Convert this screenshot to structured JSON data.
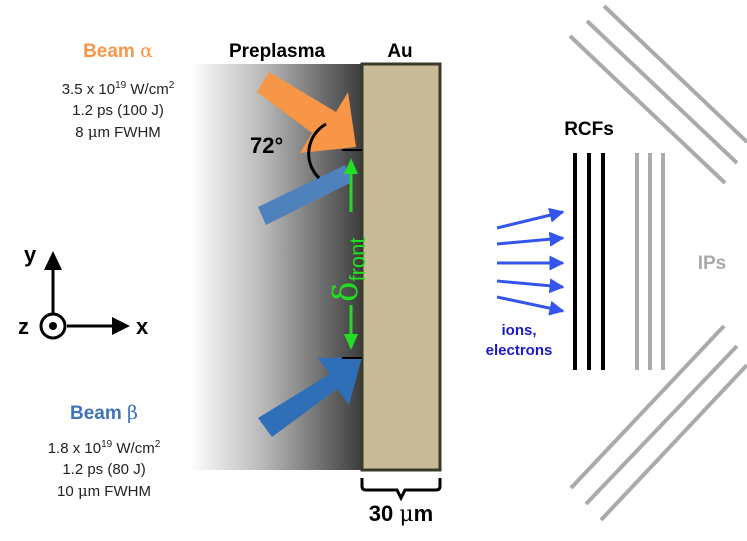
{
  "beam_alpha": {
    "name": "Beam",
    "symbol": "α",
    "intensity_base": "3.5 x 10",
    "intensity_exp": "19",
    "intensity_unit": " W/cm",
    "intensity_unit_exp": "2",
    "duration": "1.2 ps (100 J)",
    "spot_value": "8 ",
    "spot_mu": "μ",
    "spot_unit": "m FWHM",
    "color": "#f79646"
  },
  "beam_beta": {
    "name": "Beam",
    "symbol": "β",
    "intensity_base": "1.8 x 10",
    "intensity_exp": "19",
    "intensity_unit": " W/cm",
    "intensity_unit_exp": "2",
    "duration": "1.2 ps (80 J)",
    "spot_value": "10 ",
    "spot_mu": "μ",
    "spot_unit": "m FWHM",
    "color": "#3f73b8"
  },
  "labels": {
    "preplasma": "Preplasma",
    "target": "Au",
    "angle": "72°",
    "delta": "δ",
    "delta_sub": "front",
    "rcfs": "RCFs",
    "ips": "IPs",
    "particles_line1": "ions,",
    "particles_line2": "electrons",
    "thickness_value": "30 ",
    "thickness_mu": "μ",
    "thickness_unit": "m",
    "axis_x": "x",
    "axis_y": "y",
    "axis_z": "z"
  },
  "colors": {
    "target_fill": "#c7bc97",
    "target_border": "#3a3a2a",
    "delta_green": "#22dd22",
    "particles_blue": "#3355ee",
    "ips_gray": "#aaaaaa"
  }
}
